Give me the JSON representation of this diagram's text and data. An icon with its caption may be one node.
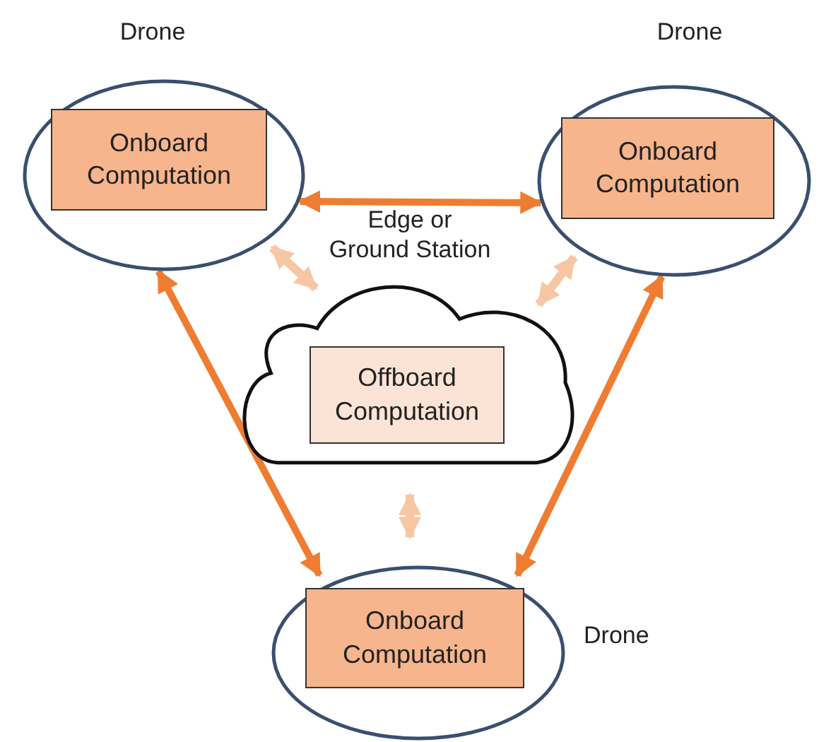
{
  "diagram": {
    "nodes": [
      {
        "text": [
          "Drone"
        ]
      },
      {
        "text": [
          "Onboard Computation"
        ],
        "in": 0
      },
      {
        "text": [
          "Drone"
        ]
      },
      {
        "text": [
          "Onboard Computation"
        ],
        "in": 2
      },
      {
        "text": [
          "Edge or Ground Station"
        ]
      },
      {
        "text": [
          "Offboard Computation"
        ],
        "in": 4
      },
      {
        "text": [
          "Drone"
        ]
      },
      {
        "text": [
          "Onboard Computation"
        ],
        "in": 6
      }
    ],
    "edges": [
      {
        "from": 0,
        "to": 2,
        "arrow": "both"
      },
      {
        "from": 0,
        "to": 6,
        "arrow": "both"
      },
      {
        "from": 2,
        "to": 6,
        "arrow": "both"
      },
      {
        "from": 4,
        "to": 0,
        "arrow": "both",
        "color": "#f7c6a3"
      },
      {
        "from": 4,
        "to": 2,
        "arrow": "both",
        "color": "#f7c6a3"
      },
      {
        "from": 4,
        "to": 6,
        "arrow": "both",
        "color": "#f7c6a3"
      }
    ]
  }
}
